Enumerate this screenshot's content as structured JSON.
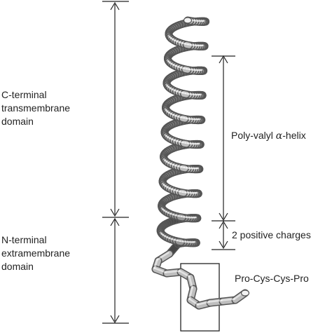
{
  "figure": {
    "regions": {
      "c_terminal": {
        "lines": [
          "C-terminal",
          "transmembrane",
          "domain"
        ]
      },
      "n_terminal": {
        "lines": [
          "N-terminal",
          "extramembrane",
          "domain"
        ]
      }
    },
    "annotations": {
      "helix": {
        "prefix": "Poly-valyl ",
        "greek": "α",
        "suffix": "-helix"
      },
      "charges": "2 positive charges",
      "motif": "Pro-Cys-Cys-Pro"
    }
  }
}
